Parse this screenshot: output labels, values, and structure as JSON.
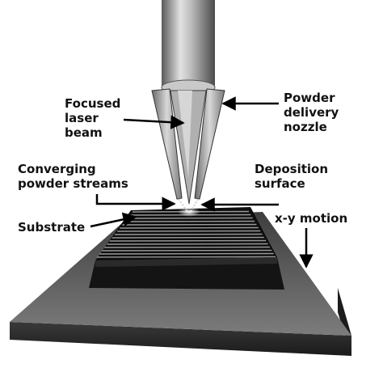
{
  "labels": {
    "focused_laser_beam": [
      "Focused",
      "laser",
      "beam"
    ],
    "powder_delivery_nozzle": [
      "Powder",
      "delivery",
      "nozzle"
    ],
    "converging_powder_streams": [
      "Converging",
      "powder streams"
    ],
    "deposition_surface": [
      "Deposition",
      "surface"
    ],
    "substrate": "Substrate",
    "xy_motion": "x-y motion"
  },
  "colors": {
    "background": "#ffffff",
    "label_text": "#111111",
    "arrow": "#000000",
    "substrate_top": "#5c5c5c",
    "substrate_side": "#1c1c1c",
    "substrate_front": "#2e2e2e",
    "deposit_dark": "#0e0e0e",
    "deposit_stripe": "#9a9a9a",
    "nozzle_light": "#d8d8d8",
    "nozzle_dark": "#6a6a6a"
  }
}
